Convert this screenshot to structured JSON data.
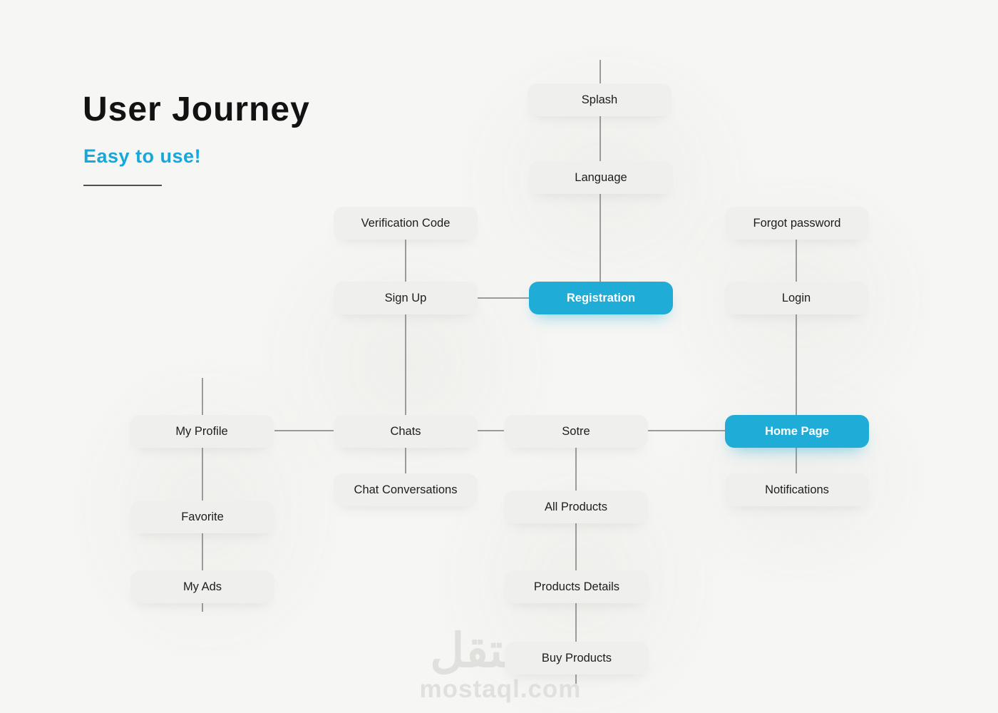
{
  "header": {
    "title": "User Journey",
    "subtitle": "Easy to use!"
  },
  "colors": {
    "background": "#f6f6f4",
    "accent": "#1fadd8",
    "node_background": "#efefee",
    "node_text": "#1d1d1d",
    "connector_line": "#9b9b9b",
    "subtitle_text": "#14a8db",
    "watermark_text": "#e0e0dd"
  },
  "watermark": {
    "logo_text": "مستقل",
    "site_text": "mostaql.com"
  },
  "diagram": {
    "nodes": [
      {
        "id": "splash",
        "label": "Splash",
        "variant": "default"
      },
      {
        "id": "language",
        "label": "Language",
        "variant": "default"
      },
      {
        "id": "verification-code",
        "label": "Verification Code",
        "variant": "default"
      },
      {
        "id": "forgot-password",
        "label": "Forgot password",
        "variant": "default"
      },
      {
        "id": "sign-up",
        "label": "Sign Up",
        "variant": "default"
      },
      {
        "id": "registration",
        "label": "Registration",
        "variant": "accent"
      },
      {
        "id": "login",
        "label": "Login",
        "variant": "default"
      },
      {
        "id": "my-profile",
        "label": "My Profile",
        "variant": "default"
      },
      {
        "id": "chats",
        "label": "Chats",
        "variant": "default"
      },
      {
        "id": "sotre",
        "label": "Sotre",
        "variant": "default"
      },
      {
        "id": "home-page",
        "label": "Home Page",
        "variant": "accent"
      },
      {
        "id": "chat-conversations",
        "label": "Chat Conversations",
        "variant": "default"
      },
      {
        "id": "all-products",
        "label": "All Products",
        "variant": "default"
      },
      {
        "id": "notifications",
        "label": "Notifications",
        "variant": "default"
      },
      {
        "id": "favorite",
        "label": "Favorite",
        "variant": "default"
      },
      {
        "id": "products-details",
        "label": "Products Details",
        "variant": "default"
      },
      {
        "id": "my-ads",
        "label": "My Ads",
        "variant": "default"
      },
      {
        "id": "buy-products",
        "label": "Buy Products",
        "variant": "default"
      }
    ],
    "edges": [
      {
        "from": "splash",
        "to": "language"
      },
      {
        "from": "language",
        "to": "registration"
      },
      {
        "from": "verification-code",
        "to": "sign-up"
      },
      {
        "from": "sign-up",
        "to": "registration"
      },
      {
        "from": "forgot-password",
        "to": "login"
      },
      {
        "from": "login",
        "to": "home-page"
      },
      {
        "from": "sign-up",
        "to": "chats"
      },
      {
        "from": "my-profile",
        "to": "chats"
      },
      {
        "from": "chats",
        "to": "sotre"
      },
      {
        "from": "sotre",
        "to": "home-page"
      },
      {
        "from": "chats",
        "to": "chat-conversations"
      },
      {
        "from": "sotre",
        "to": "all-products"
      },
      {
        "from": "home-page",
        "to": "notifications"
      },
      {
        "from": "my-profile",
        "to": "favorite"
      },
      {
        "from": "favorite",
        "to": "my-ads"
      },
      {
        "from": "all-products",
        "to": "products-details"
      },
      {
        "from": "products-details",
        "to": "buy-products"
      }
    ]
  }
}
